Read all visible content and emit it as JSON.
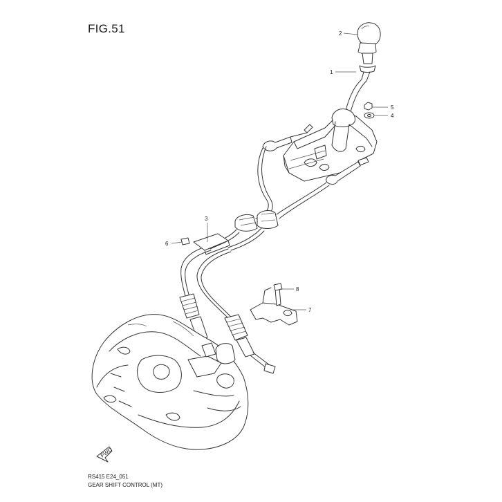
{
  "figure": {
    "title": "FIG.51"
  },
  "callouts": [
    {
      "label": "1"
    },
    {
      "label": "2"
    },
    {
      "label": "3"
    },
    {
      "label": "4"
    },
    {
      "label": "5"
    },
    {
      "label": "6"
    },
    {
      "label": "7"
    },
    {
      "label": "8"
    }
  ],
  "front_marker": {
    "text": "FWD"
  },
  "footer": {
    "code": "RS415 E24_051",
    "name": "GEAR SHIFT CONTROL (MT)"
  }
}
